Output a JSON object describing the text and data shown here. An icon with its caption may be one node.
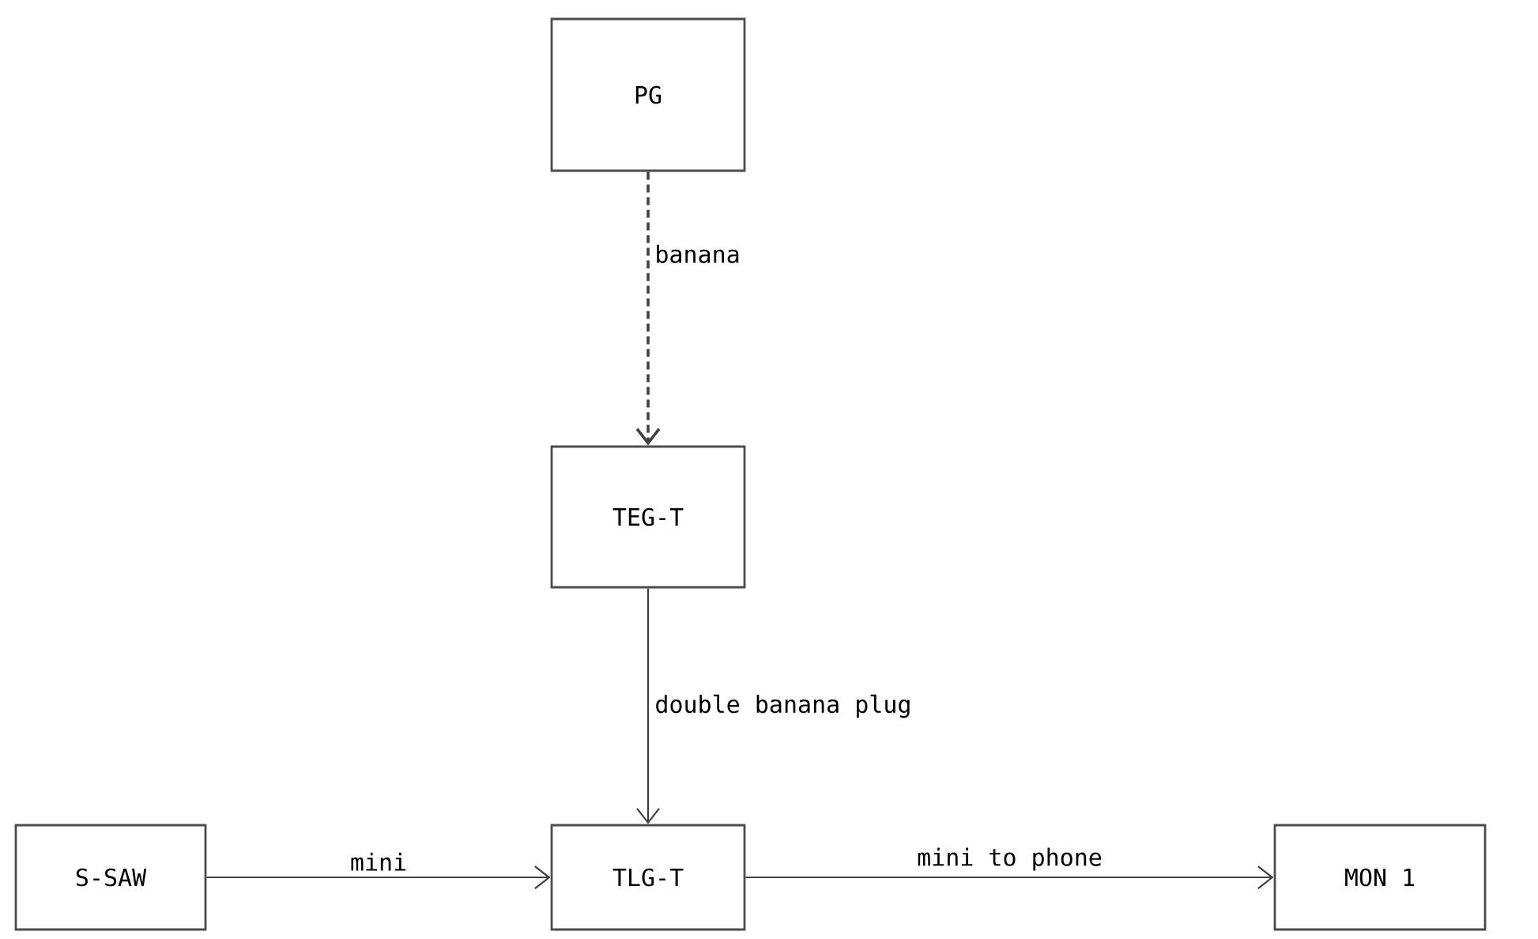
{
  "diagram": {
    "nodes": [
      {
        "text": [
          "PG"
        ]
      },
      {
        "text": [
          "TEG-T"
        ]
      },
      {
        "text": [
          "TLG-T"
        ]
      },
      {
        "text": [
          "S-SAW"
        ]
      },
      {
        "text": [
          "MON 1"
        ]
      }
    ],
    "edges": [
      {
        "from": 0,
        "to": 1,
        "arrow": "to",
        "label": "banana",
        "style": "dashed"
      },
      {
        "from": 1,
        "to": 2,
        "arrow": "to",
        "label": "double banana plug"
      },
      {
        "from": 3,
        "to": 2,
        "arrow": "to",
        "label": "mini"
      },
      {
        "from": 2,
        "to": 4,
        "arrow": "to",
        "label": "mini to phone"
      }
    ]
  }
}
